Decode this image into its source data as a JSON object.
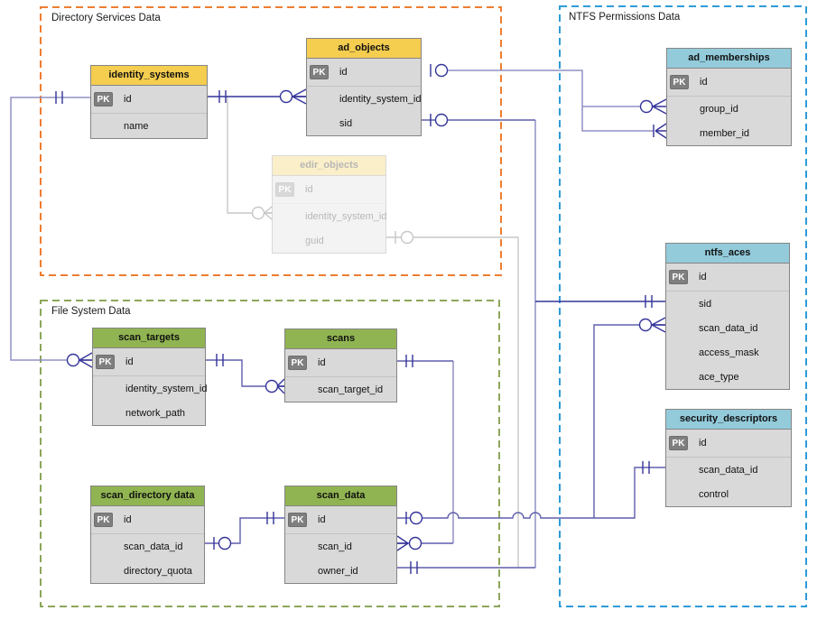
{
  "pk_label": "PK",
  "groups": {
    "directory": {
      "label": "Directory Services Data",
      "border_color": "#ED7D31"
    },
    "filesystem": {
      "label": "File System Data",
      "border_color": "#8DA65A"
    },
    "ntfs": {
      "label": "NTFS Permissions Data",
      "border_color": "#2F9BD8"
    }
  },
  "tables": {
    "identity_systems": {
      "title": "identity_systems",
      "header_color": "#F5CD4F",
      "fields": [
        "id",
        "name"
      ]
    },
    "ad_objects": {
      "title": "ad_objects",
      "header_color": "#F5CD4F",
      "fields": [
        "id",
        "identity_system_id",
        "sid"
      ]
    },
    "edir_objects": {
      "title": "edir_objects",
      "header_color": "#F5CD4F",
      "faded": true,
      "fields": [
        "id",
        "identity_system_id",
        "guid"
      ]
    },
    "ad_memberships": {
      "title": "ad_memberships",
      "header_color": "#93CBDB",
      "fields": [
        "id",
        "group_id",
        "member_id"
      ]
    },
    "ntfs_aces": {
      "title": "ntfs_aces",
      "header_color": "#93CBDB",
      "fields": [
        "id",
        "sid",
        "scan_data_id",
        "access_mask",
        "ace_type"
      ]
    },
    "security_descriptors": {
      "title": "security_descriptors",
      "header_color": "#93CBDB",
      "fields": [
        "id",
        "scan_data_id",
        "control"
      ]
    },
    "scan_targets": {
      "title": "scan_targets",
      "header_color": "#90B451",
      "fields": [
        "id",
        "identity_system_id",
        "network_path"
      ]
    },
    "scans": {
      "title": "scans",
      "header_color": "#90B451",
      "fields": [
        "id",
        "scan_target_id"
      ]
    },
    "scan_directory_data": {
      "title": "scan_directory data",
      "header_color": "#90B451",
      "fields": [
        "id",
        "scan_data_id",
        "directory_quota"
      ]
    },
    "scan_data": {
      "title": "scan_data",
      "header_color": "#90B451",
      "fields": [
        "id",
        "scan_id",
        "owner_id"
      ]
    }
  },
  "relationships": [
    {
      "from": "identity_systems.id",
      "to": "scan_targets.id"
    },
    {
      "from": "identity_systems.id",
      "to": "ad_objects.identity_system_id"
    },
    {
      "from": "identity_systems.id",
      "to": "edir_objects.identity_system_id",
      "faded": true
    },
    {
      "from": "edir_objects.guid",
      "to": "scan_data.owner_id",
      "faded": true
    },
    {
      "from": "ad_objects.id",
      "to": "ad_memberships.group_id"
    },
    {
      "from": "ad_objects.id",
      "to": "ad_memberships.member_id"
    },
    {
      "from": "ad_objects.sid",
      "to": "ntfs_aces.sid"
    },
    {
      "from": "ad_objects.sid",
      "to": "scan_data.owner_id"
    },
    {
      "from": "scan_targets.id",
      "to": "scans.scan_target_id"
    },
    {
      "from": "scans.id",
      "to": "scan_data.scan_id"
    },
    {
      "from": "scan_data.id",
      "to": "ntfs_aces.scan_data_id"
    },
    {
      "from": "scan_data.id",
      "to": "security_descriptors.scan_data_id"
    },
    {
      "from": "scan_data.id",
      "to": "scan_directory_data.scan_data_id"
    }
  ],
  "colors": {
    "line": "#5F5FAD",
    "line_light": "#9191C6",
    "symbol": "#34349A",
    "faded_line": "#C7C7C7",
    "table_body": "#D9D9D9",
    "table_border": "#858585",
    "pk_badge": "#7F7F7F"
  }
}
